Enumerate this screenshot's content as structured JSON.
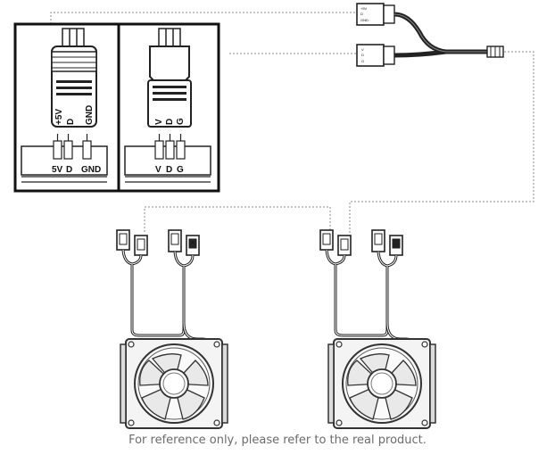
{
  "diagram": {
    "connector_5v": {
      "pin_labels_vertical": [
        "+5V",
        "D",
        "GND"
      ],
      "pin_labels_header": [
        "5V",
        "D",
        "GND"
      ]
    },
    "connector_vdg": {
      "pin_labels_vertical": [
        "V",
        "D",
        "G"
      ],
      "pin_labels_header": [
        "V",
        "D",
        "G"
      ]
    },
    "splitter_top_plug_labels": [
      "+5V",
      "D",
      "GND"
    ],
    "splitter_bottom_plug_labels": [
      "V",
      "D",
      "G"
    ]
  },
  "footer": {
    "note": "For reference only, please refer to the real product."
  }
}
